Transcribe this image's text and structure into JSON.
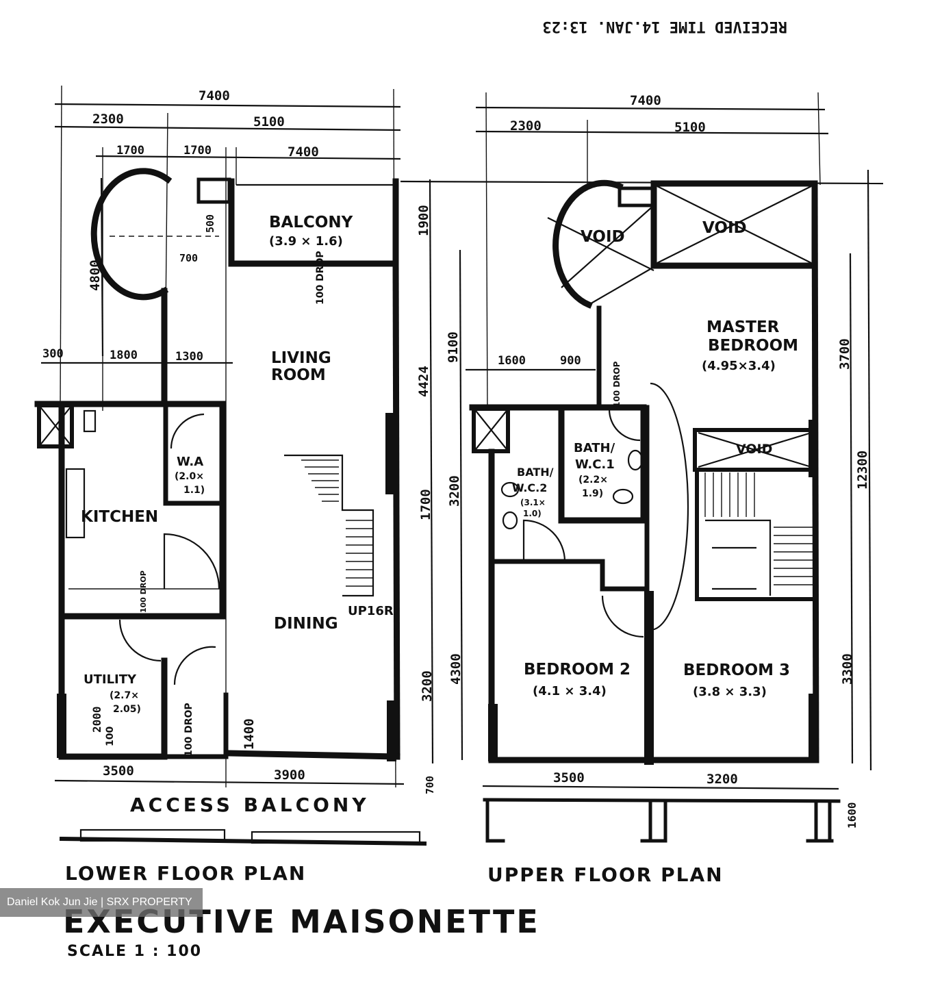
{
  "header": {
    "received_stamp": "RECEIVED TIME 14.JAN. 13:23"
  },
  "lower": {
    "dims": {
      "overall_top": "7400",
      "top_left": "2300",
      "top_right": "5100",
      "sub_a": "1700",
      "sub_b": "1700",
      "sub_c": "7400",
      "left_4800": "4800",
      "small_500": "500",
      "small_700": "700",
      "row_300": "300",
      "row_1800": "1800",
      "row_1300": "1300",
      "right_1900": "1900",
      "right_4424": "4424",
      "right_1700": "1700",
      "right_3200": "3200",
      "right_700": "700",
      "left_2000": "2000",
      "left_100": "100",
      "bottom_1400": "1400",
      "bottom_3500": "3500",
      "bottom_3900": "3900",
      "drop_a": "100 DROP",
      "drop_b": "100 DROP",
      "drop_c": "100 DROP"
    },
    "rooms": {
      "balcony": "BALCONY",
      "balcony_size": "(3.9 × 1.6)",
      "living": "LIVING",
      "living2": "ROOM",
      "wa": "W.A",
      "wa_size": "(2.0×",
      "wa_size2": "1.1)",
      "kitchen": "KITCHEN",
      "dining": "DINING",
      "up16r": "UP16R",
      "utility": "UTILITY",
      "utility_size": "(2.7×",
      "utility_size2": "2.05)",
      "access_balcony": "ACCESS BALCONY"
    },
    "title": "LOWER FLOOR PLAN"
  },
  "upper": {
    "dims": {
      "overall_top": "7400",
      "top_left": "2300",
      "top_right": "5100",
      "left_9100": "9100",
      "row_1600": "1600",
      "row_900": "900",
      "left_3200": "3200",
      "left_4300": "4300",
      "right_3700": "3700",
      "right_12300": "12300",
      "right_3300": "3300",
      "bottom_3500": "3500",
      "bottom_3200": "3200",
      "bottom_1600": "1600",
      "drop_a": "100 DROP"
    },
    "rooms": {
      "void1": "VOID",
      "void2": "VOID",
      "void3": "VOID",
      "master": "MASTER",
      "master2": "BEDROOM",
      "master_size": "(4.95×3.4)",
      "bath1": "BATH/",
      "bath1b": "W.C.1",
      "bath1_size": "(2.2×",
      "bath1_size2": "1.9)",
      "bath2": "BATH/",
      "bath2b": "W.C.2",
      "bath2_size": "(3.1×",
      "bath2_size2": "1.0)",
      "bed2": "BEDROOM 2",
      "bed2_size": "(4.1 × 3.4)",
      "bed3": "BEDROOM 3",
      "bed3_size": "(3.8 × 3.3)"
    },
    "title": "UPPER FLOOR PLAN"
  },
  "footer": {
    "title": "EXECUTIVE MAISONETTE",
    "scale": "SCALE 1 : 100",
    "watermark": "Daniel Kok Jun Jie | SRX PROPERTY"
  }
}
